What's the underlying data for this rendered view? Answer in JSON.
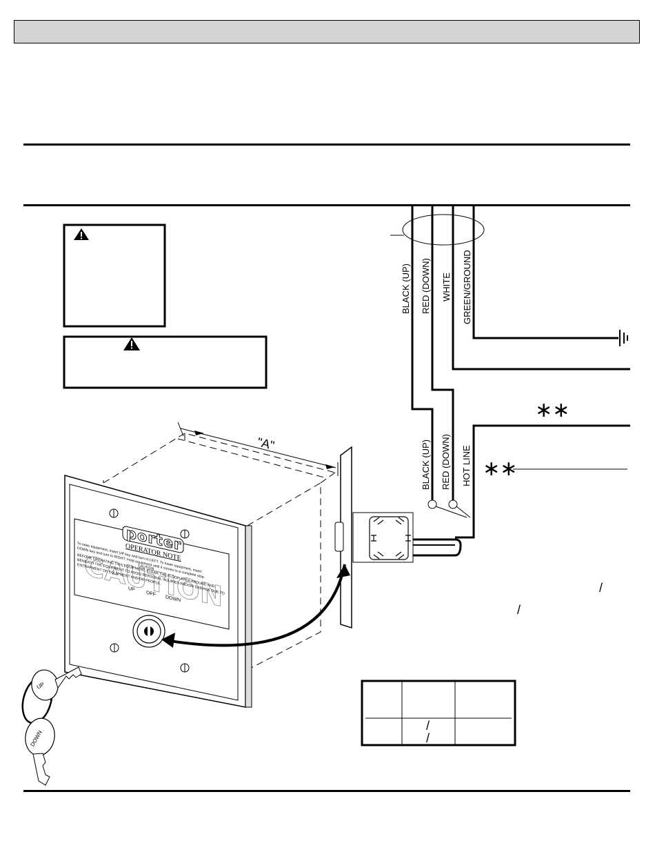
{
  "wires_top": [
    {
      "label": "BLACK (UP)"
    },
    {
      "label": "RED (DOWN)"
    },
    {
      "label": "WHITE"
    },
    {
      "label": "GREEN/GROUND"
    }
  ],
  "wires_bottom": [
    {
      "label": "BLACK (UP)"
    },
    {
      "label": "RED (DOWN)"
    },
    {
      "label": "HOT LINE"
    }
  ],
  "dimension_label": "\"A\"",
  "asterisks": "∗∗",
  "switch_plate": {
    "brand": "porter",
    "note_title": "OPERATOR NOTE",
    "note_lines": [
      "To raise equipment, insert UP key and turn to LEFT. To lower equipment, insert",
      "DOWN key and turn to RIGHT. Hold equipment until it comes to a complete stop.",
      "BEFORE OPERATING THIS EQUIPMENT, CLEAR THE FLOOR AREA AROUND AND",
      "BENEATH THE EQUIPMENT TO AVOID PERSONAL INJURIES AND/OR DAMAGE DUE TO",
      "ENTRAPMENT OF EQUIPMENT AND/OR PEOPLE."
    ],
    "caution_small": "CAUTION",
    "caution_big": "CAUTION",
    "positions": [
      "UP",
      "OFF",
      "DOWN"
    ]
  },
  "keys": [
    "UP",
    "DOWN"
  ],
  "slashes": [
    "/",
    "/"
  ],
  "table_slashes": [
    "/",
    "/"
  ]
}
